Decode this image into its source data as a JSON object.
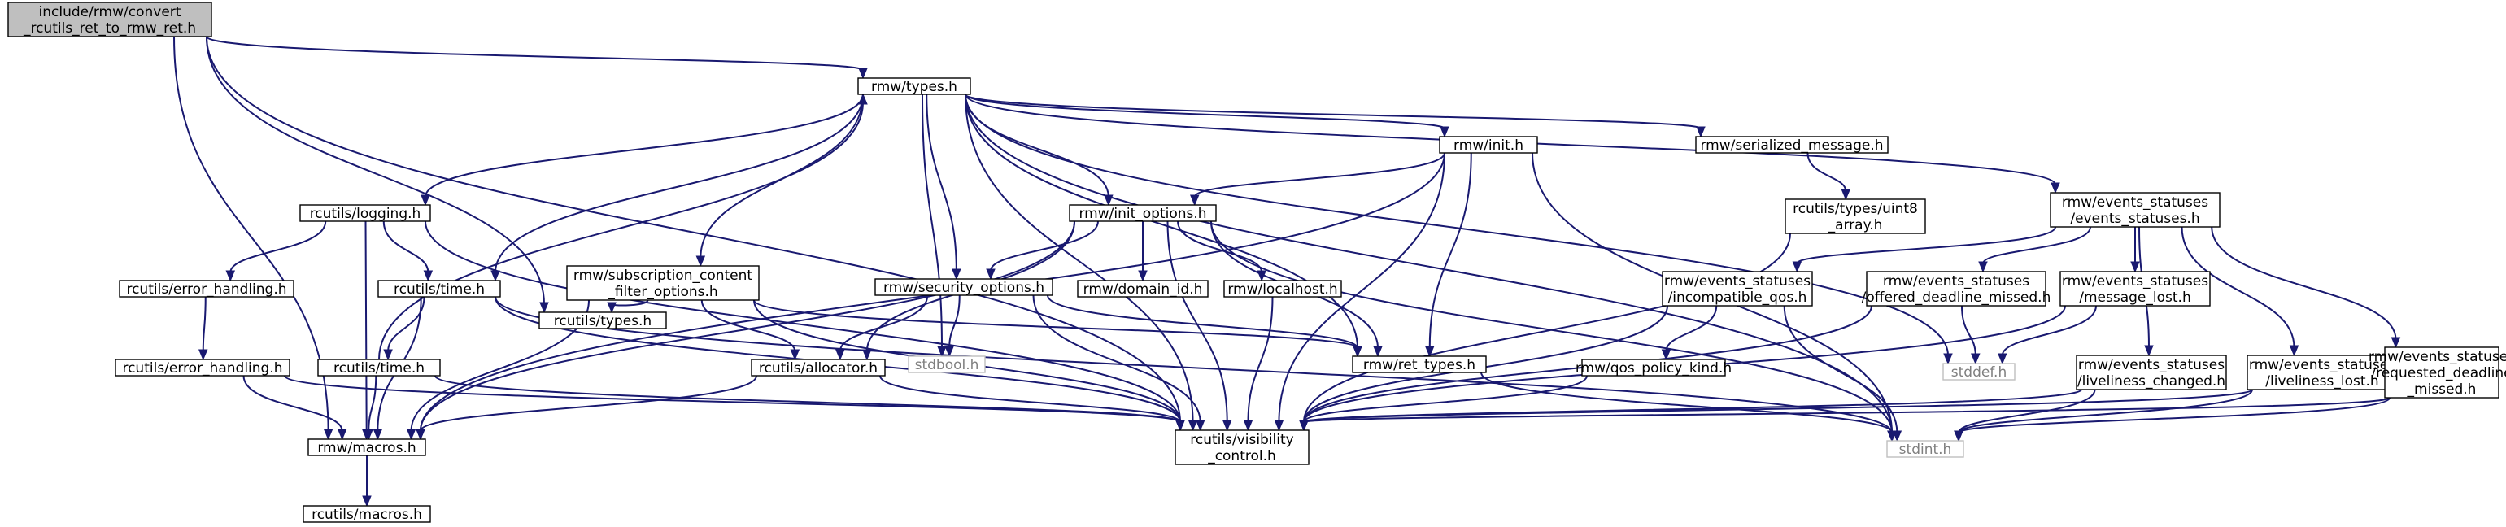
{
  "nodes": [
    {
      "id": "root",
      "lines": [
        "include/rmw/convert",
        "_rcutils_ret_to_rmw_ret.h"
      ],
      "style": "root"
    },
    {
      "id": "rmw_types",
      "lines": [
        "rmw/types.h"
      ]
    },
    {
      "id": "rmw_macros",
      "lines": [
        "rmw/macros.h"
      ]
    },
    {
      "id": "rcutils_visibility",
      "lines": [
        "rcutils/visibility",
        "_control.h"
      ]
    },
    {
      "id": "rcutils_types",
      "lines": [
        "rcutils/types.h"
      ]
    },
    {
      "id": "rcutils_logging",
      "lines": [
        "rcutils/logging.h"
      ]
    },
    {
      "id": "rcutils_time_a",
      "lines": [
        "rcutils/time.h"
      ]
    },
    {
      "id": "rmw_sub_filter",
      "lines": [
        "rmw/subscription_content",
        "_filter_options.h"
      ]
    },
    {
      "id": "stdbool",
      "lines": [
        "stdbool.h"
      ],
      "style": "sys"
    },
    {
      "id": "rmw_security",
      "lines": [
        "rmw/security_options.h"
      ]
    },
    {
      "id": "rmw_init_options",
      "lines": [
        "rmw/init_options.h"
      ]
    },
    {
      "id": "rmw_init",
      "lines": [
        "rmw/init.h"
      ]
    },
    {
      "id": "rmw_serialized",
      "lines": [
        "rmw/serialized_message.h"
      ]
    },
    {
      "id": "stddef",
      "lines": [
        "stddef.h"
      ],
      "style": "sys"
    },
    {
      "id": "rmw_ret_types",
      "lines": [
        "rmw/ret_types.h"
      ]
    },
    {
      "id": "rmw_events_statuses",
      "lines": [
        "rmw/events_statuses",
        "/events_statuses.h"
      ]
    },
    {
      "id": "stdint",
      "lines": [
        "stdint.h"
      ],
      "style": "sys"
    },
    {
      "id": "rcutils_macros",
      "lines": [
        "rcutils/macros.h"
      ]
    },
    {
      "id": "rcutils_error_a",
      "lines": [
        "rcutils/error_handling.h"
      ]
    },
    {
      "id": "rcutils_error_b",
      "lines": [
        "rcutils/error_handling.h"
      ]
    },
    {
      "id": "rcutils_time_b",
      "lines": [
        "rcutils/time.h"
      ]
    },
    {
      "id": "rcutils_allocator",
      "lines": [
        "rcutils/allocator.h"
      ]
    },
    {
      "id": "rmw_domain_id",
      "lines": [
        "rmw/domain_id.h"
      ]
    },
    {
      "id": "rmw_localhost",
      "lines": [
        "rmw/localhost.h"
      ]
    },
    {
      "id": "rcutils_uint8",
      "lines": [
        "rcutils/types/uint8",
        "_array.h"
      ]
    },
    {
      "id": "ev_incompatible",
      "lines": [
        "rmw/events_statuses",
        "/incompatible_qos.h"
      ]
    },
    {
      "id": "ev_offered",
      "lines": [
        "rmw/events_statuses",
        "/offered_deadline_missed.h"
      ]
    },
    {
      "id": "ev_message_lost",
      "lines": [
        "rmw/events_statuses",
        "/message_lost.h"
      ]
    },
    {
      "id": "ev_liveliness_changed",
      "lines": [
        "rmw/events_statuses",
        "/liveliness_changed.h"
      ]
    },
    {
      "id": "ev_liveliness_lost",
      "lines": [
        "rmw/events_statuses",
        "/liveliness_lost.h"
      ]
    },
    {
      "id": "ev_requested",
      "lines": [
        "rmw/events_statuses",
        "/requested_deadline",
        "_missed.h"
      ]
    },
    {
      "id": "rmw_qos_policy",
      "lines": [
        "rmw/qos_policy_kind.h"
      ]
    }
  ],
  "edges": [
    [
      "root",
      "rmw_types"
    ],
    [
      "root",
      "rmw_macros"
    ],
    [
      "root",
      "rcutils_visibility"
    ],
    [
      "root",
      "rcutils_types"
    ],
    [
      "rmw_types",
      "rcutils_logging"
    ],
    [
      "rmw_types",
      "rcutils_time_a"
    ],
    [
      "rmw_types",
      "rmw_sub_filter"
    ],
    [
      "rmw_types",
      "stdbool"
    ],
    [
      "rmw_types",
      "rmw_security"
    ],
    [
      "rmw_types",
      "rmw_init_options"
    ],
    [
      "rmw_types",
      "rmw_init"
    ],
    [
      "rmw_types",
      "rmw_serialized"
    ],
    [
      "rmw_types",
      "stddef"
    ],
    [
      "rmw_types",
      "rmw_ret_types"
    ],
    [
      "rmw_types",
      "rmw_events_statuses"
    ],
    [
      "rmw_types",
      "stdint"
    ],
    [
      "rmw_types",
      "rcutils_visibility"
    ],
    [
      "rcutils_logging",
      "rcutils_error_a"
    ],
    [
      "rcutils_logging",
      "rcutils_time_a"
    ],
    [
      "rcutils_logging",
      "rmw_macros"
    ],
    [
      "rcutils_logging",
      "rcutils_visibility"
    ],
    [
      "rcutils_error_a",
      "rcutils_error_b"
    ],
    [
      "rcutils_error_b",
      "rmw_macros"
    ],
    [
      "rcutils_error_b",
      "rcutils_visibility"
    ],
    [
      "rcutils_time_a",
      "rcutils_time_b"
    ],
    [
      "rcutils_time_a",
      "rmw_macros"
    ],
    [
      "rcutils_time_a",
      "rcutils_visibility"
    ],
    [
      "rcutils_time_a",
      "stdint"
    ],
    [
      "rcutils_time_b",
      "rmw_types"
    ],
    [
      "rcutils_time_b",
      "rmw_macros"
    ],
    [
      "rcutils_time_b",
      "rcutils_visibility"
    ],
    [
      "rmw_sub_filter",
      "rcutils_types"
    ],
    [
      "rmw_sub_filter",
      "rcutils_allocator"
    ],
    [
      "rmw_sub_filter",
      "rmw_ret_types"
    ],
    [
      "rmw_sub_filter",
      "rmw_macros"
    ],
    [
      "rmw_sub_filter",
      "rcutils_visibility"
    ],
    [
      "rmw_security",
      "stdbool"
    ],
    [
      "rmw_security",
      "rcutils_allocator"
    ],
    [
      "rmw_security",
      "rmw_ret_types"
    ],
    [
      "rmw_security",
      "rcutils_visibility"
    ],
    [
      "rmw_init_options",
      "rmw_security"
    ],
    [
      "rmw_init_options",
      "rmw_domain_id"
    ],
    [
      "rmw_init_options",
      "rmw_localhost"
    ],
    [
      "rmw_init_options",
      "rcutils_allocator"
    ],
    [
      "rmw_init_options",
      "rmw_ret_types"
    ],
    [
      "rmw_init_options",
      "rmw_macros"
    ],
    [
      "rmw_init_options",
      "rcutils_visibility"
    ],
    [
      "rmw_init_options",
      "stdint"
    ],
    [
      "rmw_localhost",
      "rcutils_visibility"
    ],
    [
      "rmw_init",
      "rmw_init_options"
    ],
    [
      "rmw_init",
      "rmw_ret_types"
    ],
    [
      "rmw_init",
      "rmw_macros"
    ],
    [
      "rmw_init",
      "rcutils_visibility"
    ],
    [
      "rmw_init",
      "stdint"
    ],
    [
      "rmw_serialized",
      "rcutils_uint8"
    ],
    [
      "rcutils_uint8",
      "rcutils_visibility"
    ],
    [
      "rcutils_allocator",
      "rmw_macros"
    ],
    [
      "rcutils_allocator",
      "rcutils_visibility"
    ],
    [
      "rmw_ret_types",
      "stdint"
    ],
    [
      "rmw_events_statuses",
      "ev_incompatible"
    ],
    [
      "rmw_events_statuses",
      "ev_offered"
    ],
    [
      "rmw_events_statuses",
      "ev_message_lost"
    ],
    [
      "rmw_events_statuses",
      "ev_liveliness_changed"
    ],
    [
      "rmw_events_statuses",
      "ev_liveliness_lost"
    ],
    [
      "rmw_events_statuses",
      "ev_requested"
    ],
    [
      "ev_incompatible",
      "rmw_qos_policy"
    ],
    [
      "ev_incompatible",
      "rcutils_visibility"
    ],
    [
      "ev_incompatible",
      "stdint"
    ],
    [
      "rmw_qos_policy",
      "rcutils_visibility"
    ],
    [
      "ev_offered",
      "stddef"
    ],
    [
      "ev_offered",
      "rcutils_visibility"
    ],
    [
      "ev_message_lost",
      "stddef"
    ],
    [
      "ev_message_lost",
      "rcutils_visibility"
    ],
    [
      "ev_liveliness_changed",
      "rcutils_visibility"
    ],
    [
      "ev_liveliness_changed",
      "stdint"
    ],
    [
      "ev_liveliness_lost",
      "rcutils_visibility"
    ],
    [
      "ev_liveliness_lost",
      "stdint"
    ],
    [
      "ev_requested",
      "rcutils_visibility"
    ],
    [
      "ev_requested",
      "stdint"
    ],
    [
      "rmw_macros",
      "rcutils_macros"
    ]
  ],
  "colors": {
    "edge": "#191970",
    "root_fill": "#bfbfbf",
    "system_border": "#bfbfbf",
    "system_text": "#7f7f7f"
  }
}
